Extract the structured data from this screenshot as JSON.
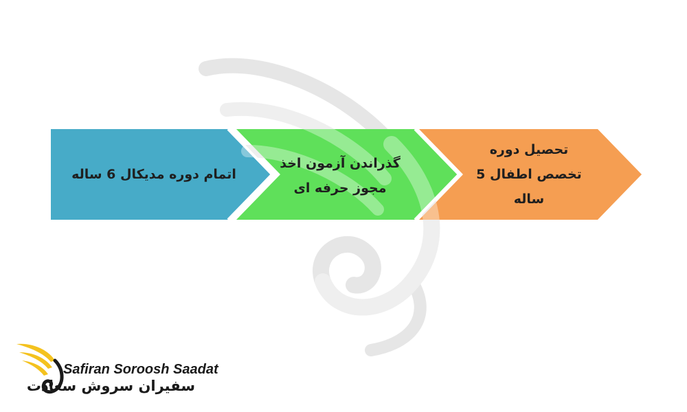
{
  "diagram": {
    "steps": [
      {
        "text": "تحصیل دوره\nتخصص اطفال 5\nساله",
        "color": "#f59e52"
      },
      {
        "text": "گذراندن آزمون اخذ\nمجوز حرفه ای",
        "color": "#5fe05a"
      },
      {
        "text": "اتمام دوره مدیکال 6 ساله",
        "color": "#47abc8"
      }
    ]
  },
  "logo": {
    "name_en": "Safiran Soroosh Saadat",
    "name_fa": "سفیران سروش سعادت",
    "colors": {
      "wing": "#f4c21e",
      "text": "#1a1a1a"
    }
  }
}
